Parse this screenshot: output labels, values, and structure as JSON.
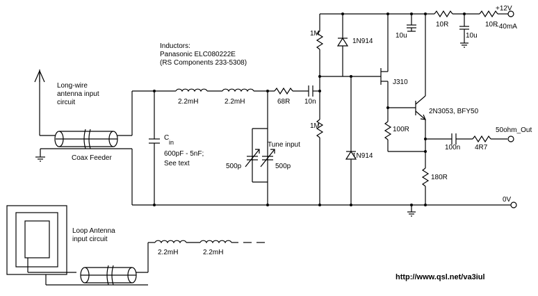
{
  "labels": {
    "supply_voltage": "+12V",
    "supply_current": "~40mA",
    "r_supply1": "10R",
    "r_supply2": "10R",
    "c_supply": "10u",
    "c_jfet_decouple": "10u",
    "r_bias_top": "1M",
    "r_bias_bottom": "1M",
    "diode_top": "1N914",
    "diode_bottom": "1N914",
    "jfet": "J310",
    "bjt": "2N3053, BFY50",
    "r_source": "100R",
    "r_emitter": "180R",
    "c_output": "100n",
    "r_output": "4R7",
    "output": "50ohm_Out",
    "ground": "0V",
    "inductors_title": "Inductors:",
    "inductors_part": "Panasonic ELC080222E",
    "inductors_rs": "(RS Components 233-5308)",
    "longwire_line1": "Long-wire",
    "longwire_line2": "antenna input",
    "longwire_line3": "circuit",
    "coax_feeder": "Coax Feeder",
    "cin_c": "C",
    "cin_sub": "in",
    "cin_range": "600pF - 5nF;",
    "cin_see": "See text",
    "l1": "2.2mH",
    "l2": "2.2mH",
    "r_input": "68R",
    "c_input": "10n",
    "tune_input": "Tune input",
    "tune_c1": "500p",
    "tune_c2": "500p",
    "loop_line1": "Loop Antenna",
    "loop_line2": "input circuit",
    "loop_l1": "2.2mH",
    "loop_l2": "2.2mH",
    "url": "http://www.qsl.net/va3iul"
  }
}
